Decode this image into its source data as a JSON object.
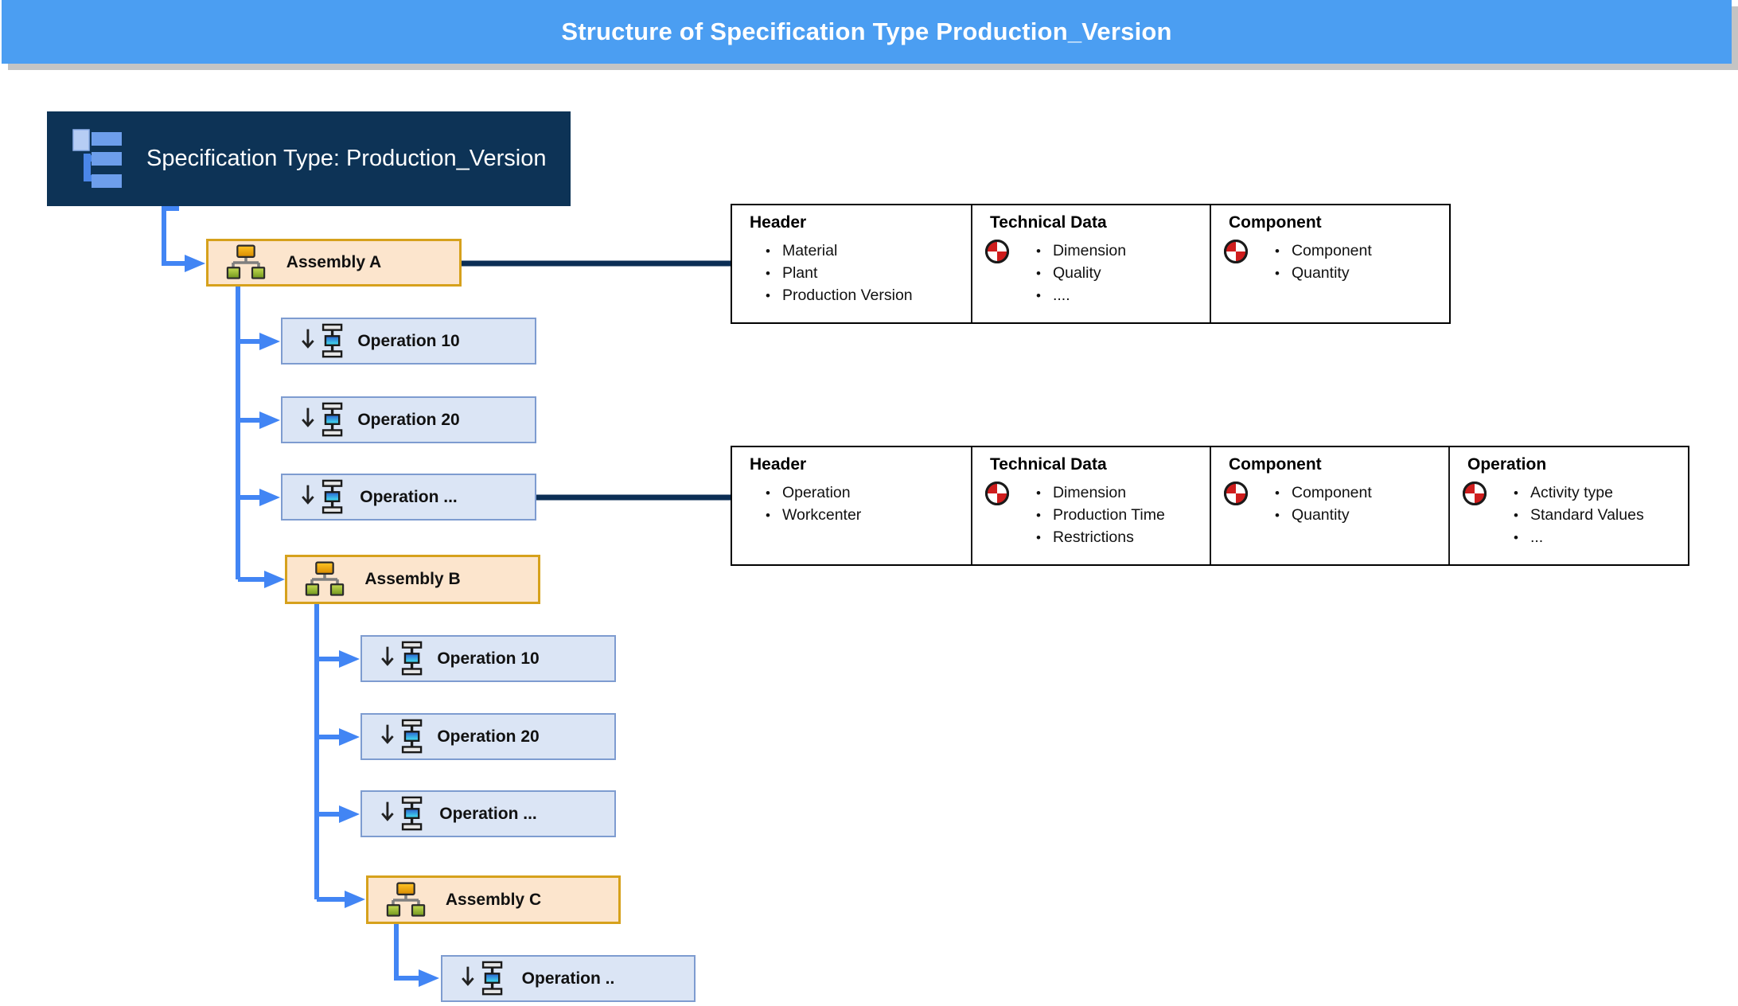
{
  "title_bar": {
    "title": "Structure of Specification Type Production_Version"
  },
  "nodes": {
    "root": "Specification Type: Production_Version",
    "assembly_a": "Assembly A",
    "a_op1": "Operation 10",
    "a_op2": "Operation 20",
    "a_op3": "Operation ...",
    "assembly_b": "Assembly B",
    "b_op1": "Operation 10",
    "b_op2": "Operation 20",
    "b_op3": "Operation ...",
    "assembly_c": "Assembly C",
    "c_op1": "Operation .."
  },
  "tables": [
    {
      "linked_node": "Assembly A",
      "columns": [
        {
          "title": "Header",
          "icon": null,
          "items": [
            "Material",
            "Plant",
            "Production Version"
          ]
        },
        {
          "title": "Technical Data",
          "icon": "status-pie-icon",
          "items": [
            "Dimension",
            "Quality",
            "...."
          ]
        },
        {
          "title": "Component",
          "icon": "status-pie-icon",
          "items": [
            "Component",
            "Quantity"
          ]
        }
      ]
    },
    {
      "linked_node": "Operation ...",
      "columns": [
        {
          "title": "Header",
          "icon": null,
          "items": [
            "Operation",
            "Workcenter"
          ]
        },
        {
          "title": "Technical Data",
          "icon": "status-pie-icon",
          "items": [
            "Dimension",
            "Production Time",
            "Restrictions"
          ]
        },
        {
          "title": "Component",
          "icon": "status-pie-icon",
          "items": [
            "Component",
            "Quantity"
          ]
        },
        {
          "title": "Operation",
          "icon": "status-pie-icon",
          "items": [
            "Activity type",
            "Standard Values",
            "..."
          ]
        }
      ]
    }
  ],
  "colors": {
    "title_bar_bg": "#4b9ef2",
    "root_box_bg": "#0d3356",
    "assembly_fill": "#fce5cd",
    "assembly_border": "#d6a11c",
    "operation_fill": "#dbe5f5",
    "operation_border": "#7e9cd0",
    "tree_connector": "#4285f4",
    "table_connector": "#0b2e55",
    "status_red": "#cf1d1d"
  }
}
